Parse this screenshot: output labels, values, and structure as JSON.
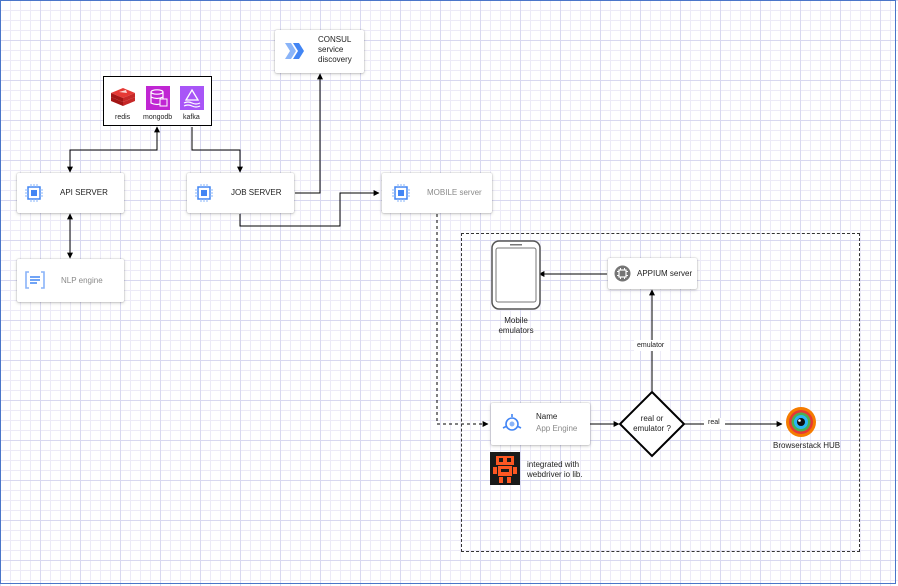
{
  "nodes": {
    "store": {
      "redis": "redis",
      "mongodb": "mongodb",
      "kafka": "kafka"
    },
    "consul": {
      "line1": "CONSUL",
      "line2": "service",
      "line3": "discovery"
    },
    "api_server": "API SERVER",
    "job_server": "JOB SERVER",
    "mobile_server": "MOBILE server",
    "nlp_engine": "NLP engine",
    "appium_server": "APPIUM server",
    "mobile_emulators": {
      "line1": "Mobile",
      "line2": "emulators"
    },
    "app_engine": {
      "name": "Name",
      "subtitle": "App Engine"
    },
    "decision": {
      "line1": "real or",
      "line2": "emulator ?"
    },
    "webdriver": {
      "line1": "integrated with",
      "line2": "webdriver io lib."
    },
    "browserstack": "Browserstack HUB"
  },
  "edges": {
    "emulator_label": "emulator",
    "real_label": "real"
  },
  "colors": {
    "frame": "#4a76c9",
    "redis": "#c62828",
    "mongodb": "#c026d3",
    "kafka": "#a855f7",
    "consul": "#4285f4",
    "chip": "#4285f4",
    "webdriver_bg": "#1a1a1a",
    "webdriver_fg": "#ff5722",
    "browserstack_ring": "#f57c00"
  }
}
